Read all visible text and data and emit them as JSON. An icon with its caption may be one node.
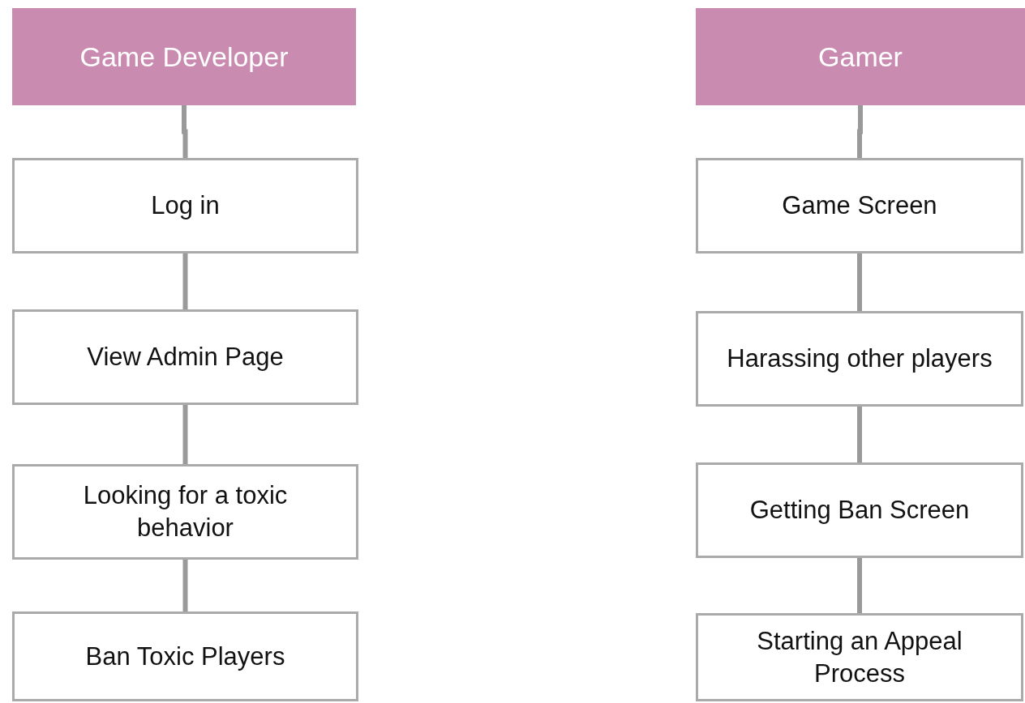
{
  "diagram": {
    "nodes": [
      {
        "text": [
          "Game Developer"
        ]
      },
      {
        "text": [
          "Log in"
        ]
      },
      {
        "text": [
          "View Admin Page"
        ]
      },
      {
        "text": [
          "Looking for a toxic behavior"
        ]
      },
      {
        "text": [
          "Ban Toxic Players"
        ]
      },
      {
        "text": [
          "Gamer"
        ]
      },
      {
        "text": [
          "Game Screen"
        ]
      },
      {
        "text": [
          "Harassing other players"
        ]
      },
      {
        "text": [
          "Getting Ban Screen"
        ]
      },
      {
        "text": [
          "Starting an Appeal Process"
        ]
      }
    ],
    "edges": [
      {
        "from": 0,
        "to": 1,
        "arrow": "none"
      },
      {
        "from": 1,
        "to": 2,
        "arrow": "none"
      },
      {
        "from": 2,
        "to": 3,
        "arrow": "none"
      },
      {
        "from": 3,
        "to": 4,
        "arrow": "none"
      },
      {
        "from": 5,
        "to": 6,
        "arrow": "none"
      },
      {
        "from": 6,
        "to": 7,
        "arrow": "none"
      },
      {
        "from": 7,
        "to": 8,
        "arrow": "none"
      },
      {
        "from": 8,
        "to": 9,
        "arrow": "none"
      }
    ]
  }
}
